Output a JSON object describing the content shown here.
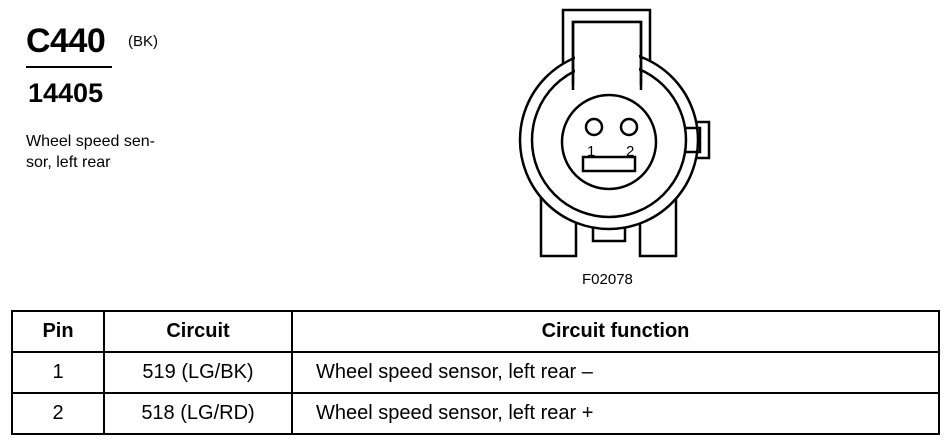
{
  "connector": {
    "id": "C440",
    "color": "(BK)",
    "part_number": "14405",
    "description": "Wheel speed sen-\nsor, left rear",
    "pin_labels": [
      "1",
      "2"
    ],
    "figure_code": "F02078"
  },
  "table": {
    "headers": {
      "pin": "Pin",
      "circuit": "Circuit",
      "function": "Circuit function"
    },
    "rows": [
      {
        "pin": "1",
        "circuit": "519 (LG/BK)",
        "function": "Wheel speed sensor, left rear –"
      },
      {
        "pin": "2",
        "circuit": "518 (LG/RD)",
        "function": "Wheel speed sensor, left rear +"
      }
    ]
  }
}
